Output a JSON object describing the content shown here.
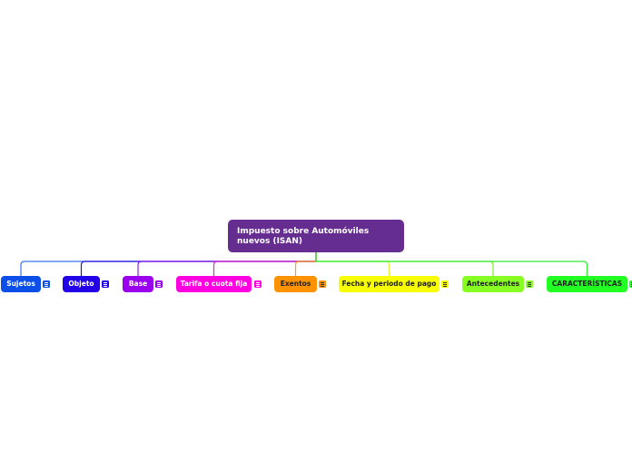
{
  "root": {
    "title": "Impuesto sobre Automóviles nuevos (ISAN)",
    "color": "#662d91"
  },
  "topics": [
    {
      "label": "Sujetos",
      "color": "#0b4fe8",
      "text_color": "#ffffff",
      "note_icon": "note-icon",
      "line_color": "#3a75ee"
    },
    {
      "label": "Objeto",
      "color": "#2200e8",
      "text_color": "#ffffff",
      "note_icon": "note-icon",
      "line_color": "#2a10e0"
    },
    {
      "label": "Base",
      "color": "#9a00ee",
      "text_color": "#ffffff",
      "note_icon": "note-icon",
      "line_color": "#8e1ee8"
    },
    {
      "label": "Tarifa o cuota fija",
      "color": "#ff00e0",
      "text_color": "#ffffff",
      "note_icon": "note-icon",
      "line_color": "#e028d0"
    },
    {
      "label": "Exentos",
      "color": "#ff9200",
      "text_color": "#222222",
      "note_icon": "note-icon",
      "line_color": "#ff9a20"
    },
    {
      "label": "Fecha y periodo de pago",
      "color": "#f8ff00",
      "text_color": "#222222",
      "note_icon": "note-icon",
      "line_color": "#e8ee30"
    },
    {
      "label": "Antecedentes",
      "color": "#88ff22",
      "text_color": "#222222",
      "note_icon": "note-icon",
      "line_color": "#7ee830"
    },
    {
      "label": "CARACTERÍSTICAS",
      "color": "#22ff22",
      "text_color": "#222222",
      "note_icon": "note-icon",
      "line_color": "#30ee30"
    }
  ]
}
